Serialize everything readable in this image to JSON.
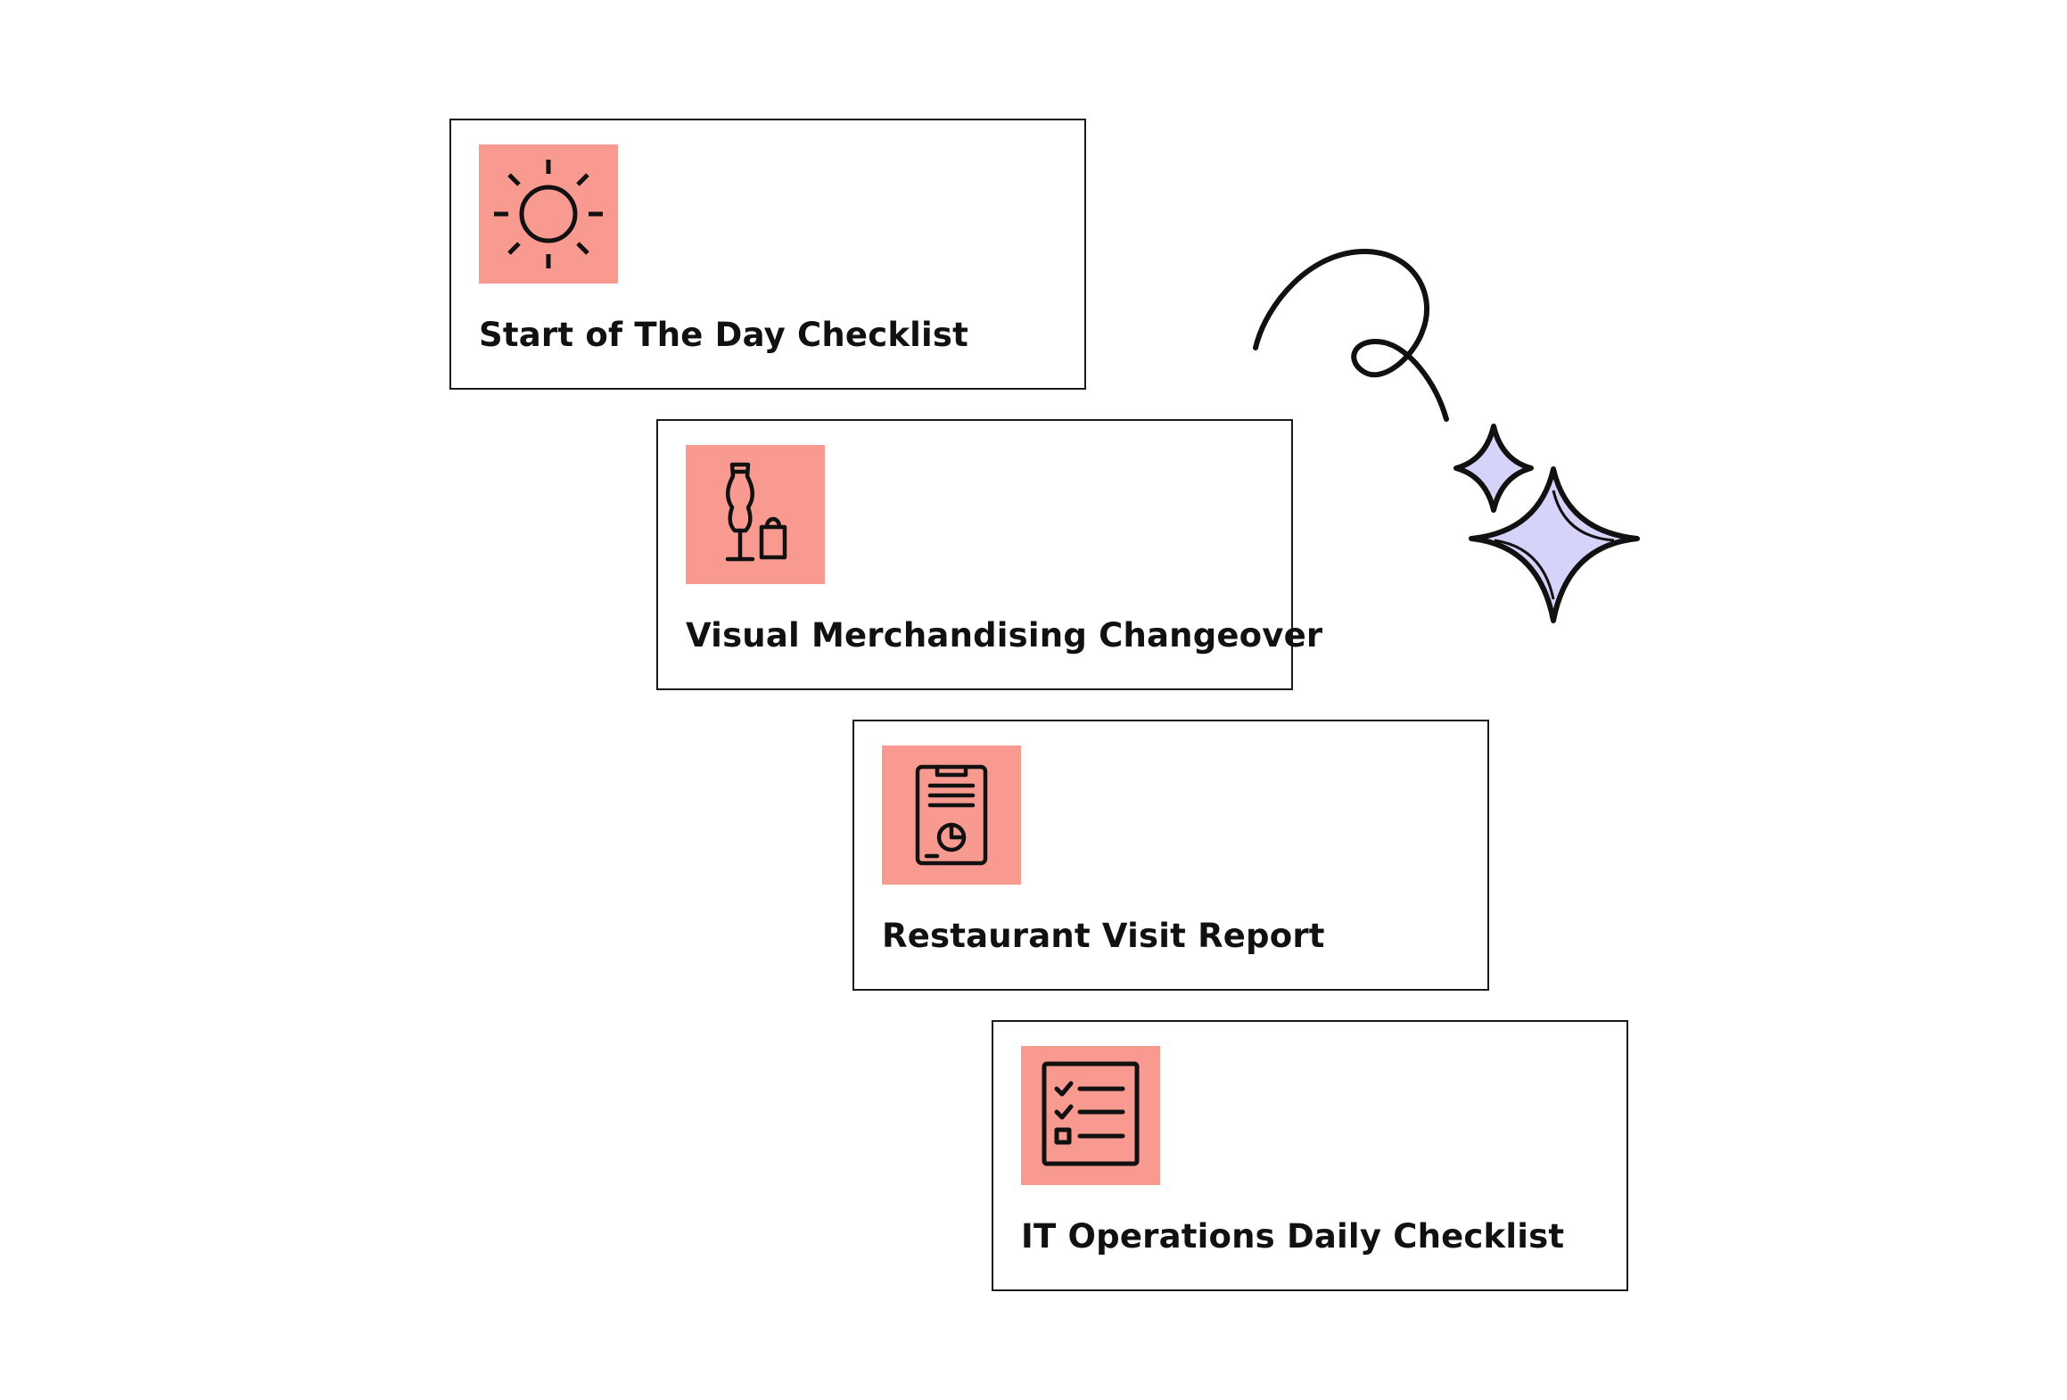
{
  "theme": {
    "icon_bg": "#f99a90",
    "icon_stroke": "#111111",
    "card_border": "#1a1a1a",
    "sparkle_fill": "#d6d3fb",
    "sparkle_stroke": "#111111"
  },
  "cards": [
    {
      "title": "Start of The Day Checklist",
      "icon": "sun-icon"
    },
    {
      "title": "Visual Merchandising Changeover",
      "icon": "mannequin-shopping-bag-icon"
    },
    {
      "title": "Restaurant Visit Report",
      "icon": "report-clipboard-icon"
    },
    {
      "title": "IT Operations Daily Checklist",
      "icon": "checklist-icon"
    }
  ]
}
